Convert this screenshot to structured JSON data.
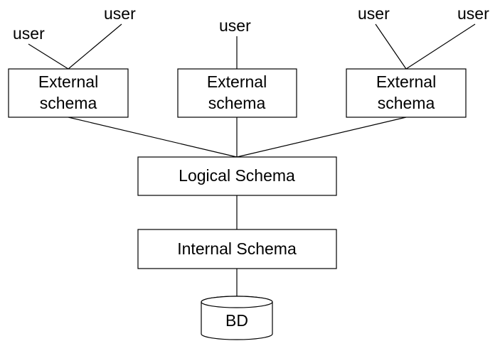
{
  "diagram": {
    "users": {
      "u1": "user",
      "u2": "user",
      "u3": "user",
      "u4": "user",
      "u5": "user"
    },
    "external": {
      "left": {
        "line1": "External",
        "line2": "schema"
      },
      "middle": {
        "line1": "External",
        "line2": "schema"
      },
      "right": {
        "line1": "External",
        "line2": "schema"
      }
    },
    "logical": "Logical Schema",
    "internal": "Internal Schema",
    "storage": "BD"
  }
}
